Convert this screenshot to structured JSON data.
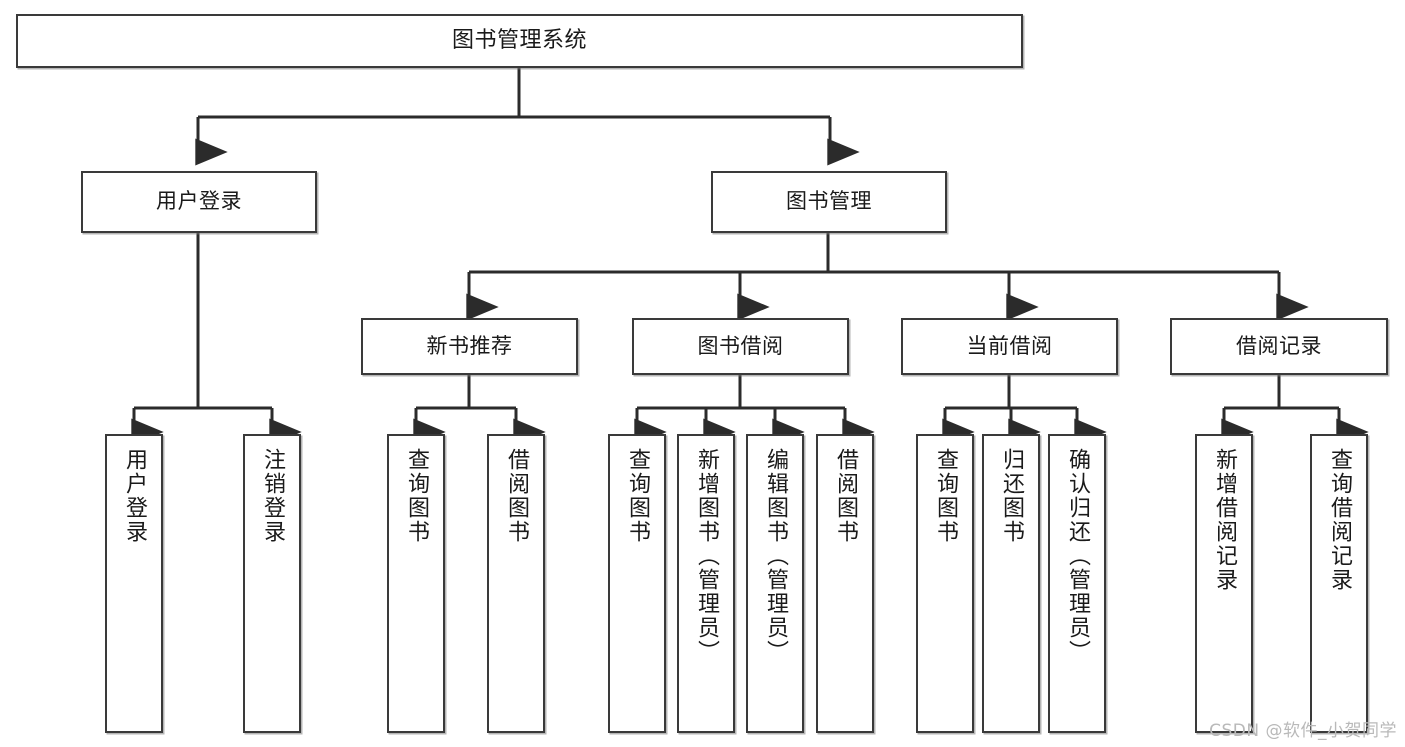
{
  "diagram": {
    "type": "hierarchy-tree",
    "title": "图书管理系统",
    "watermark": "CSDN @软件_小贺同学",
    "colors": {
      "box_border": "#3a3a3a",
      "box_fill": "#ffffff",
      "edge": "#2b2b2b",
      "text": "#1a1a1a",
      "watermark": "#b9b9b9"
    },
    "levels": {
      "level1": [
        {
          "id": "root",
          "label": "图书管理系统"
        }
      ],
      "level2": [
        {
          "id": "user-login",
          "label": "用户登录"
        },
        {
          "id": "book-manage",
          "label": "图书管理"
        }
      ],
      "level3": [
        {
          "id": "new-book-recommend",
          "label": "新书推荐"
        },
        {
          "id": "book-borrow",
          "label": "图书借阅"
        },
        {
          "id": "current-borrow",
          "label": "当前借阅"
        },
        {
          "id": "borrow-record",
          "label": "借阅记录"
        }
      ],
      "level4": [
        {
          "id": "leaf-user-login",
          "label": "用户登录",
          "parent": "user-login"
        },
        {
          "id": "leaf-user-logout",
          "label": "注销登录",
          "parent": "user-login"
        },
        {
          "id": "leaf-query-book-1",
          "label": "查询图书",
          "parent": "new-book-recommend"
        },
        {
          "id": "leaf-borrow-book-1",
          "label": "借阅图书",
          "parent": "new-book-recommend"
        },
        {
          "id": "leaf-query-book-2",
          "label": "查询图书",
          "parent": "book-borrow"
        },
        {
          "id": "leaf-add-book",
          "label": "新增图书（管理员）",
          "parent": "book-borrow"
        },
        {
          "id": "leaf-edit-book",
          "label": "编辑图书（管理员）",
          "parent": "book-borrow"
        },
        {
          "id": "leaf-borrow-book-2",
          "label": "借阅图书",
          "parent": "book-borrow"
        },
        {
          "id": "leaf-query-book-3",
          "label": "查询图书",
          "parent": "current-borrow"
        },
        {
          "id": "leaf-return-book",
          "label": "归还图书",
          "parent": "current-borrow"
        },
        {
          "id": "leaf-confirm-return",
          "label": "确认归还（管理员）",
          "parent": "current-borrow"
        },
        {
          "id": "leaf-add-record",
          "label": "新增借阅记录",
          "parent": "borrow-record"
        },
        {
          "id": "leaf-query-record",
          "label": "查询借阅记录",
          "parent": "borrow-record"
        }
      ]
    }
  }
}
